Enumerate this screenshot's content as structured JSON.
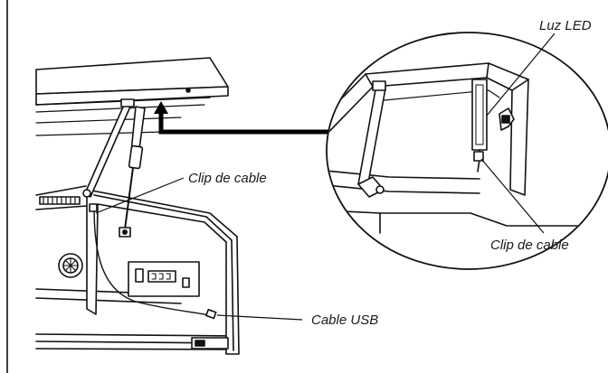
{
  "labels": {
    "luz_led": "Luz LED",
    "clip_de_cable_left": "Clip de cable",
    "clip_de_cable_right": "Clip de cable",
    "cable_usb": "Cable USB"
  },
  "colors": {
    "line": "#111111",
    "fill": "#ffffff",
    "panel_fill": "#f4f4f4",
    "arrow": "#000000"
  }
}
